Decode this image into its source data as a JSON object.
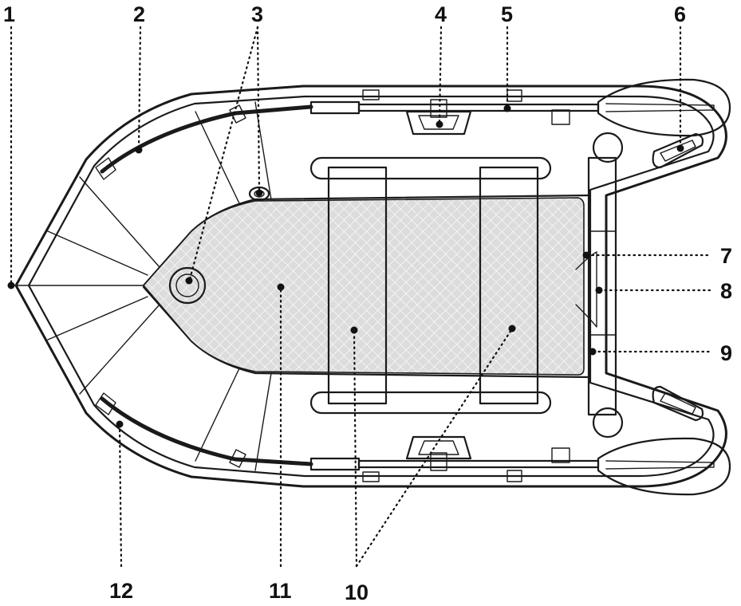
{
  "callouts": [
    {
      "id": "c1",
      "label": "1"
    },
    {
      "id": "c2",
      "label": "2"
    },
    {
      "id": "c3",
      "label": "3"
    },
    {
      "id": "c4",
      "label": "4"
    },
    {
      "id": "c5",
      "label": "5"
    },
    {
      "id": "c6",
      "label": "6"
    },
    {
      "id": "c7",
      "label": "7"
    },
    {
      "id": "c8",
      "label": "8"
    },
    {
      "id": "c9",
      "label": "9"
    },
    {
      "id": "c10",
      "label": "10"
    },
    {
      "id": "c11",
      "label": "11"
    },
    {
      "id": "c12",
      "label": "12"
    }
  ],
  "colors": {
    "outline": "#1a1a1a",
    "floor": "#d9d9d9",
    "background": "#ffffff"
  }
}
